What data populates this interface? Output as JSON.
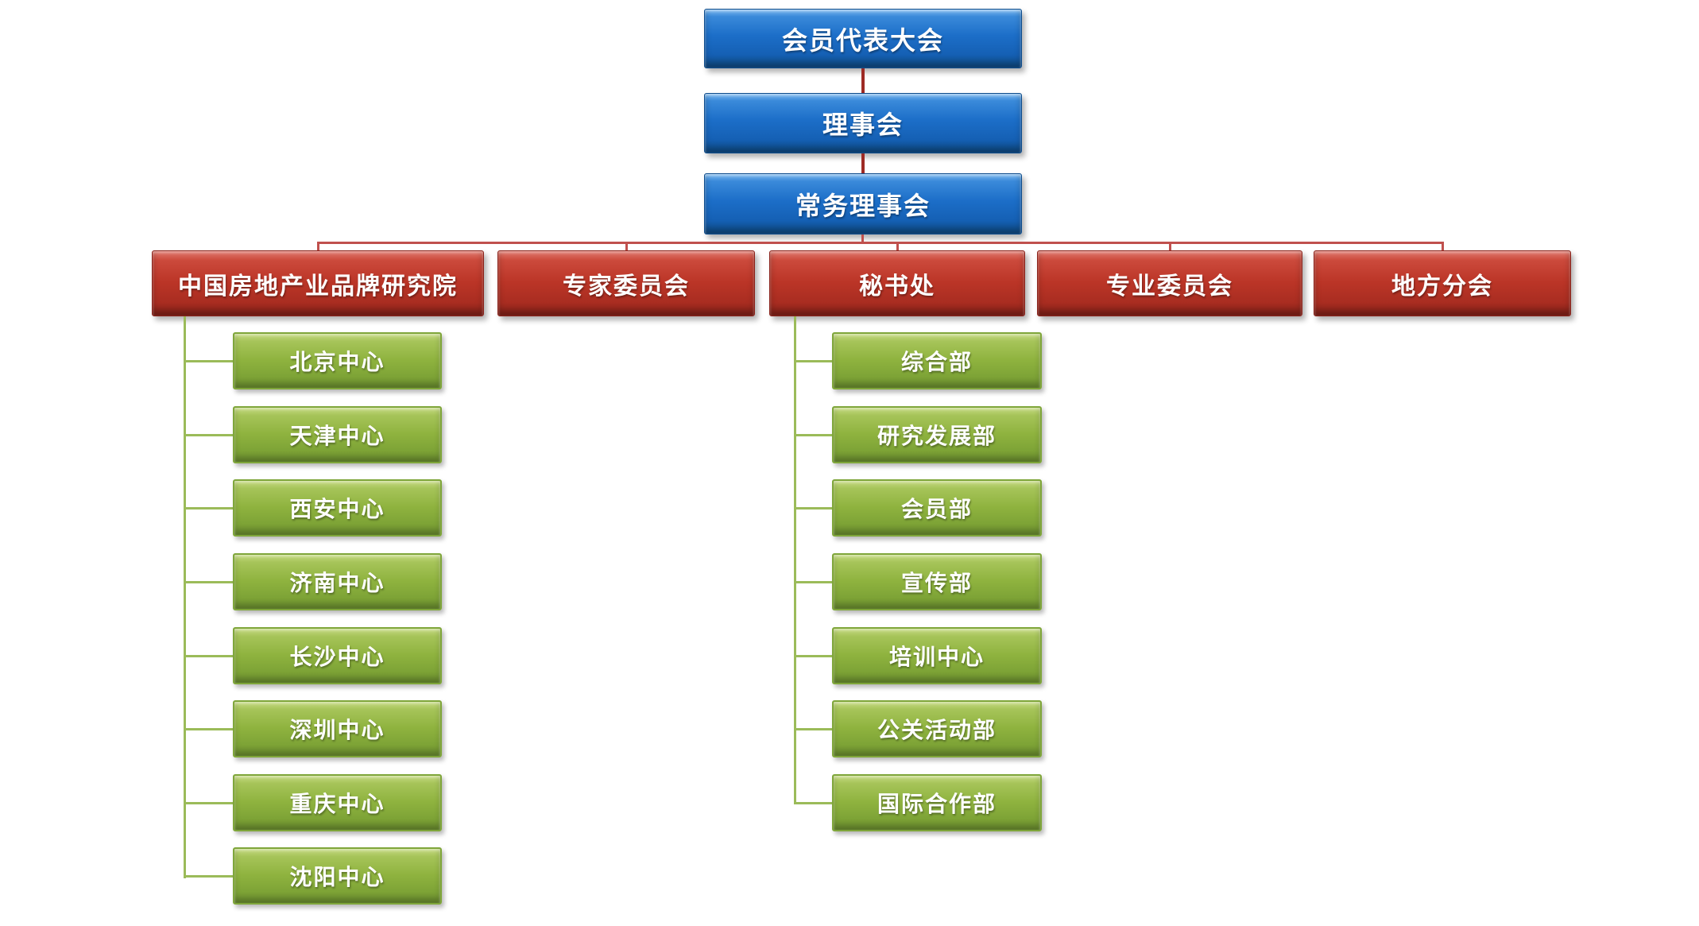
{
  "org": {
    "top": [
      "会员代表大会",
      "理事会",
      "常务理事会"
    ],
    "level2": [
      "中国房地产业品牌研究院",
      "专家委员会",
      "秘书处",
      "专业委员会",
      "地方分会"
    ],
    "institute_children": [
      "北京中心",
      "天津中心",
      "西安中心",
      "济南中心",
      "长沙中心",
      "深圳中心",
      "重庆中心",
      "沈阳中心"
    ],
    "secretariat_children": [
      "综合部",
      "研究发展部",
      "会员部",
      "宣传部",
      "培训中心",
      "公关活动部",
      "国际合作部"
    ],
    "colors": {
      "top_box": "#1c6ec8",
      "level2_box": "#bb3527",
      "child_box": "#8fb33f",
      "top_connector": "#9e2b25",
      "level2_connector": "#c0504d",
      "child_connector": "#9bbb59"
    }
  }
}
